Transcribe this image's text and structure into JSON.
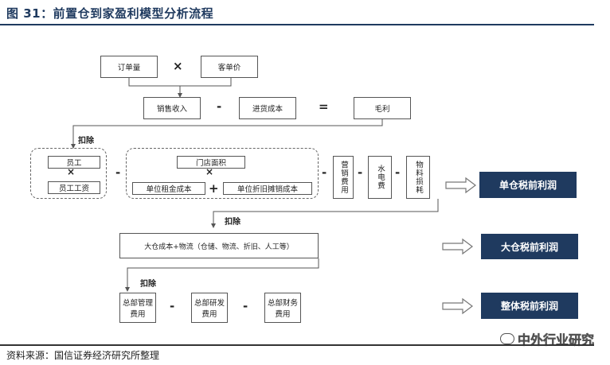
{
  "header": {
    "title": "图 31：前置仓到家盈利模型分析流程"
  },
  "footer": {
    "source": "资料来源：国信证券经济研究所整理"
  },
  "watermark": {
    "text": "中外行业研究"
  },
  "diagram": {
    "order_volume": "订单量",
    "avg_price": "客单价",
    "times": "×",
    "minus": "-",
    "equals": "=",
    "plus": "+",
    "sales_revenue": "销售收入",
    "purchase_cost": "进货成本",
    "gross_profit": "毛利",
    "deduct": "扣除",
    "staff": "员工",
    "staff_wage": "员工工资",
    "store_area": "门店面积",
    "unit_rent": "单位租金成本",
    "unit_depreciation": "单位折旧摊销成本",
    "marketing_fee": "营销费用",
    "utilities_fee": "水电费",
    "supplies_loss": "物料损耗",
    "single_warehouse_profit": "单仓税前利润",
    "big_warehouse_cost": "大仓成本+物流（仓储、物流、折旧、人工等）",
    "big_warehouse_profit": "大仓税前利润",
    "hq_management": "总部管理费用",
    "hq_rnd": "总部研发费用",
    "hq_finance": "总部财务费用",
    "overall_profit": "整体税前利润"
  }
}
